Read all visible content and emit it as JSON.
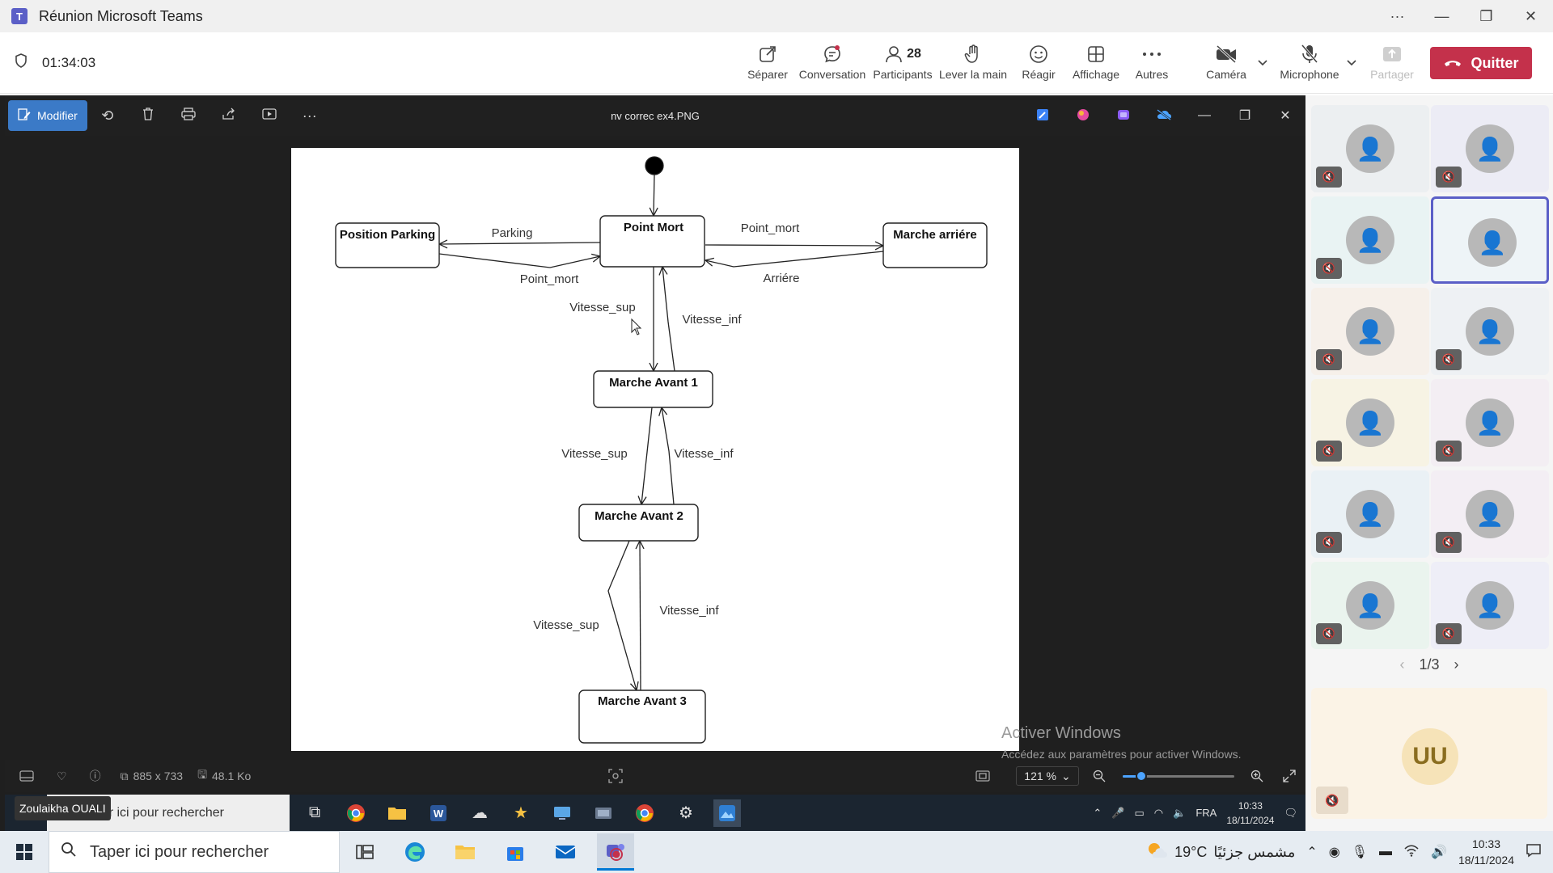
{
  "window": {
    "title": "Réunion Microsoft Teams",
    "menu_glyph": "···",
    "minimize_glyph": "—",
    "restore_glyph": "❐",
    "close_glyph": "✕"
  },
  "meeting": {
    "timer": "01:34:03",
    "quit_label": "Quitter",
    "toolbar": {
      "separate": "Séparer",
      "chat": "Conversation",
      "participants": "Participants",
      "participants_count": "28",
      "raise_hand": "Lever la main",
      "react": "Réagir",
      "view": "Affichage",
      "more": "Autres",
      "camera": "Caméra",
      "microphone": "Microphone",
      "share": "Partager"
    }
  },
  "viewer": {
    "modify_label": "Modifier",
    "file_name": "nv correc ex4.PNG",
    "more_glyph": "···",
    "dimensions": "885 x 733",
    "file_size": "48.1 Ko",
    "zoom": "121 %",
    "zoom_fraction": 0.17
  },
  "diagram": {
    "states": {
      "parking": "Position Parking",
      "point_mort": "Point Mort",
      "marche_arriere": "Marche arriére",
      "avant1": "Marche Avant 1",
      "avant2": "Marche Avant 2",
      "avant3": "Marche Avant 3"
    },
    "transitions": {
      "parking": "Parking",
      "point_mort_left": "Point_mort",
      "point_mort_right": "Point_mort",
      "arriere": "Arriére",
      "sup1": "Vitesse_sup",
      "inf1": "Vitesse_inf",
      "sup2": "Vitesse_sup",
      "inf2": "Vitesse_inf",
      "sup3": "Vitesse_sup",
      "inf3": "Vitesse_inf"
    }
  },
  "watermark": {
    "line1": "Activer Windows",
    "line2": "Accédez aux paramètres pour activer Windows."
  },
  "inner_taskbar": {
    "presenter": "Zoulaikha OUALI",
    "search_placeholder": "Taper ici pour rechercher",
    "lang": "FRA",
    "time": "10:33",
    "date": "18/11/2024"
  },
  "panel": {
    "pager": "1/3",
    "self_initials": "UU"
  },
  "outer_taskbar": {
    "search_placeholder": "Taper ici pour rechercher",
    "temperature": "19°C",
    "weather": "مشمس جزئيًا",
    "time": "10:33",
    "date": "18/11/2024"
  },
  "colors": {
    "accent": "#5b5fc7",
    "quit": "#c4314b",
    "modify": "#3b7ac7"
  }
}
